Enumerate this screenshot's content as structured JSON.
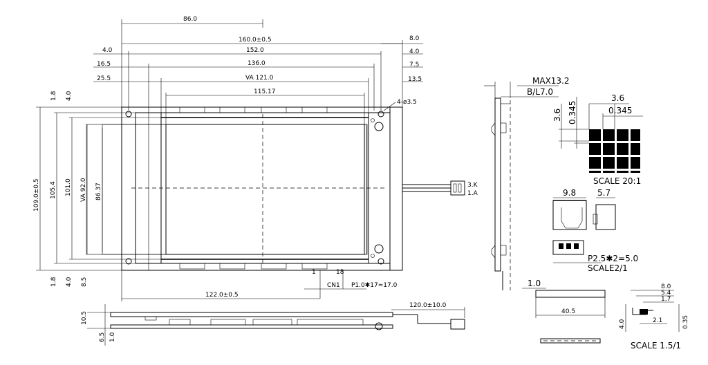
{
  "front_view": {
    "dim_86": "86.0",
    "dim_160": "160.0±0.5",
    "dim_152": "152.0",
    "dim_136": "136.0",
    "dim_va121": "VA 121.0",
    "dim_115": "115.17",
    "dim_l4": "4.0",
    "dim_l165": "16.5",
    "dim_l255": "25.5",
    "dim_r8": "8.0",
    "dim_r4": "4.0",
    "dim_r75": "7.5",
    "dim_r135": "13.5",
    "hole_note": "4-ø3.5",
    "dim_109": "109.0±0.5",
    "dim_1054": "105.4",
    "dim_101": "101.0",
    "dim_va92": "VA 92.0",
    "dim_8637": "86.37",
    "dim_top18": "1.8",
    "dim_top4": "4.0",
    "dim_bot18": "1.8",
    "dim_bot4": "4.0",
    "dim_bot85": "8.5",
    "dim_122": "122.0±0.5",
    "pin_1": "1",
    "pin_18": "18",
    "cn1": "CN1",
    "pitch": "P1.0✱17=17.0",
    "wire_k": "3.K",
    "wire_a": "1.A"
  },
  "bottom_view": {
    "dim_120": "120.0±10.0",
    "dim_105": "10.5",
    "dim_65": "6.5",
    "dim_10": "1.0"
  },
  "side_view": {
    "dim_max": "MAX13.2",
    "dim_bl": "B/L7.0"
  },
  "pixel_detail": {
    "dim_36h": "3.6",
    "dim_0345h": "0.345",
    "dim_36v": "3.6",
    "dim_0345v": "0.345",
    "scale": "SCALE 20:1"
  },
  "connector_detail": {
    "dim_98": "9.8",
    "dim_57": "5.7",
    "pitch": "P2.5✱2=5.0",
    "scale": "SCALE2/1"
  },
  "fpc_detail": {
    "dim_10": "1.0",
    "dim_405": "40.5",
    "dim_8": "8.0",
    "dim_54": "5.4",
    "dim_17": "1.7",
    "dim_4": "4.0",
    "dim_21": "2.1",
    "dim_035": "0.35",
    "scale": "SCALE 1.5/1"
  }
}
